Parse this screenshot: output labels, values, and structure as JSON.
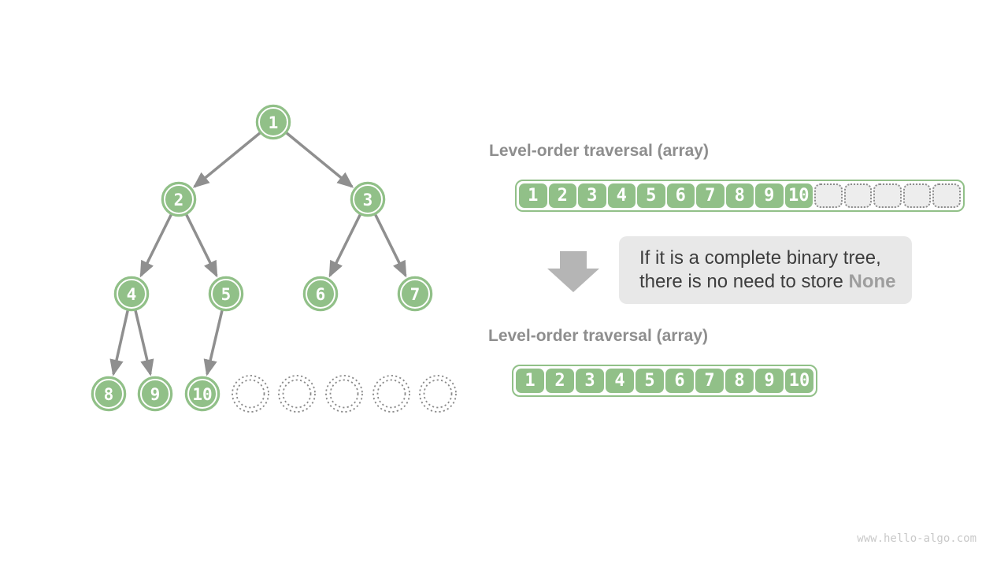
{
  "tree": {
    "nodes": [
      "1",
      "2",
      "3",
      "4",
      "5",
      "6",
      "7",
      "8",
      "9",
      "10"
    ],
    "empty_placeholder_count": 5,
    "edges": [
      [
        "1",
        "2"
      ],
      [
        "1",
        "3"
      ],
      [
        "2",
        "4"
      ],
      [
        "2",
        "5"
      ],
      [
        "3",
        "6"
      ],
      [
        "3",
        "7"
      ],
      [
        "4",
        "8"
      ],
      [
        "4",
        "9"
      ],
      [
        "5",
        "10"
      ]
    ]
  },
  "top_section": {
    "label": "Level-order traversal (array)",
    "array_values": [
      "1",
      "2",
      "3",
      "4",
      "5",
      "6",
      "7",
      "8",
      "9",
      "10"
    ],
    "empty_cell_count": 5
  },
  "note": {
    "line1": "If it is a complete binary tree,",
    "line2_prefix": "there is no need to store ",
    "line2_highlight": "None"
  },
  "bottom_section": {
    "label": "Level-order traversal (array)",
    "array_values": [
      "1",
      "2",
      "3",
      "4",
      "5",
      "6",
      "7",
      "8",
      "9",
      "10"
    ]
  },
  "watermark": "www.hello-algo.com",
  "colors": {
    "node_green": "#91c088",
    "edge_gray": "#8f8f8f",
    "label_gray": "#8e8e8e",
    "note_bg": "#e8e8e8",
    "note_text": "#3d3d3d",
    "note_highlight": "#9e9e9e",
    "empty_cell_bg": "#ededed",
    "dotted_gray": "#8a8a8a",
    "down_arrow_gray": "#b5b5b5",
    "watermark_gray": "#c9c9c9"
  }
}
